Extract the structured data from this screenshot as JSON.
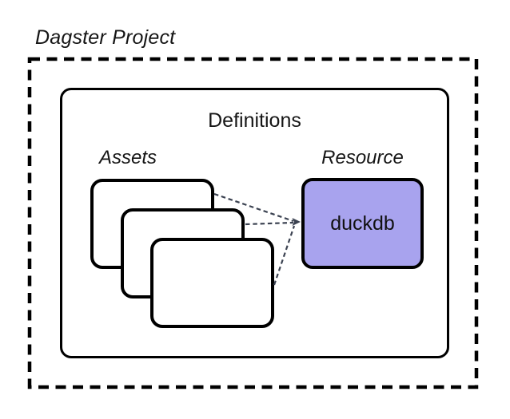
{
  "title": "Dagster Project",
  "definitions": {
    "label": "Definitions"
  },
  "assets": {
    "label": "Assets",
    "card_count": 3
  },
  "resource": {
    "label": "Resource",
    "name": "duckdb"
  },
  "colors": {
    "background": "#ffffff",
    "box_border": "#000000",
    "resource_fill": "#a8a3ee",
    "connector": "#3b4251",
    "text": "#161616"
  }
}
